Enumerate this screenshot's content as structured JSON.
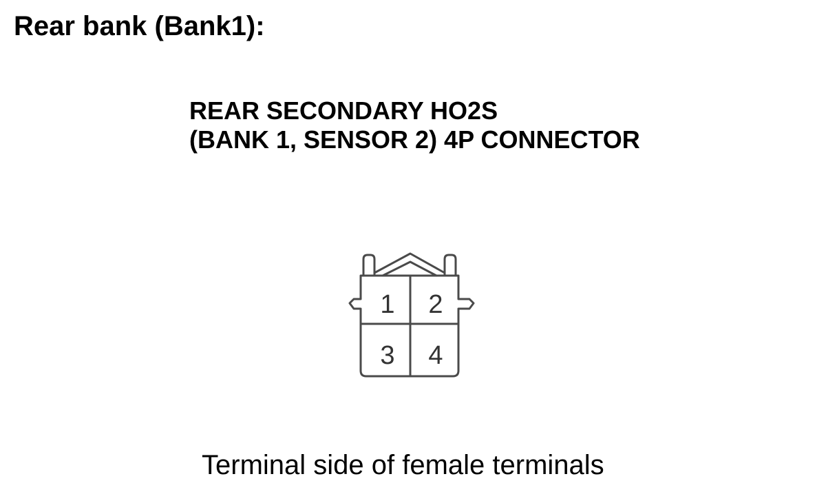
{
  "heading": "Rear bank (Bank1):",
  "connector": {
    "title_line1": "REAR SECONDARY HO2S",
    "title_line2": "(BANK 1, SENSOR 2) 4P CONNECTOR",
    "pins": [
      "1",
      "2",
      "3",
      "4"
    ]
  },
  "caption": "Terminal side of female terminals",
  "colors": {
    "text": "#000000",
    "outline": "#4a4a4a",
    "background": "#ffffff"
  }
}
